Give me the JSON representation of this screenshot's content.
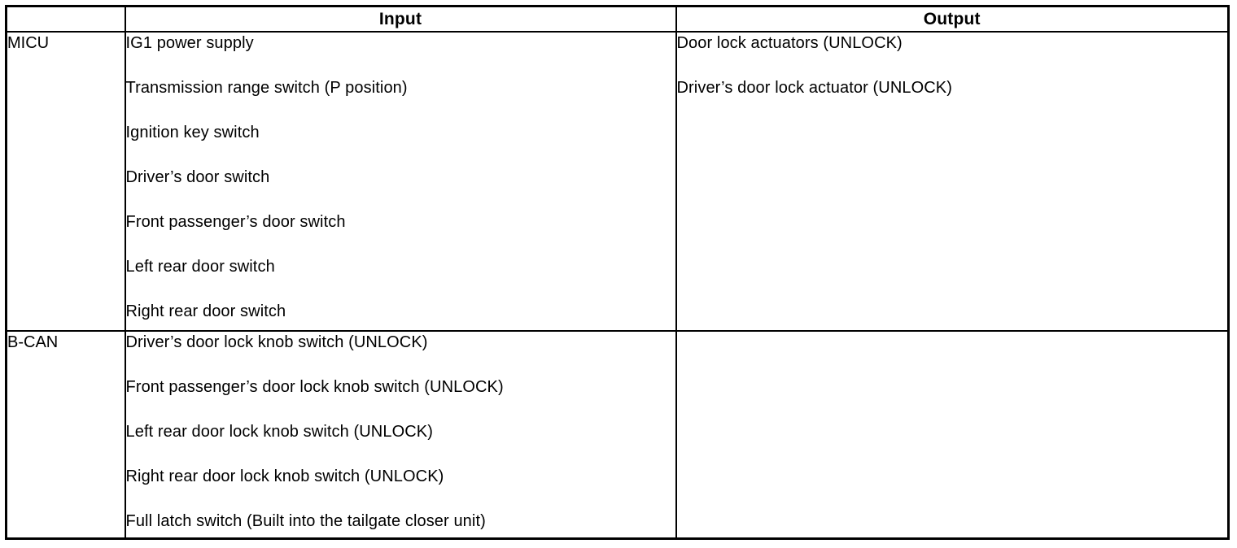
{
  "table": {
    "headers": {
      "system": "",
      "input": "Input",
      "output": "Output"
    },
    "rows": [
      {
        "system": "MICU",
        "inputs": [
          "IG1 power supply",
          "Transmission range switch (P position)",
          "Ignition key switch",
          "Driver’s door switch",
          "Front passenger’s door switch",
          "Left rear door switch",
          "Right rear door switch"
        ],
        "outputs": [
          "Door lock actuators (UNLOCK)",
          "Driver’s door lock actuator (UNLOCK)"
        ]
      },
      {
        "system": "B-CAN",
        "inputs": [
          "Driver’s door lock knob switch (UNLOCK)",
          "Front passenger’s door lock knob switch (UNLOCK)",
          "Left rear door lock knob switch (UNLOCK)",
          "Right rear door lock knob switch (UNLOCK)",
          "Full latch switch (Built into the tailgate closer unit)"
        ],
        "outputs": []
      }
    ],
    "colors": {
      "border": "#000000",
      "text": "#000000",
      "background": "#ffffff"
    }
  }
}
